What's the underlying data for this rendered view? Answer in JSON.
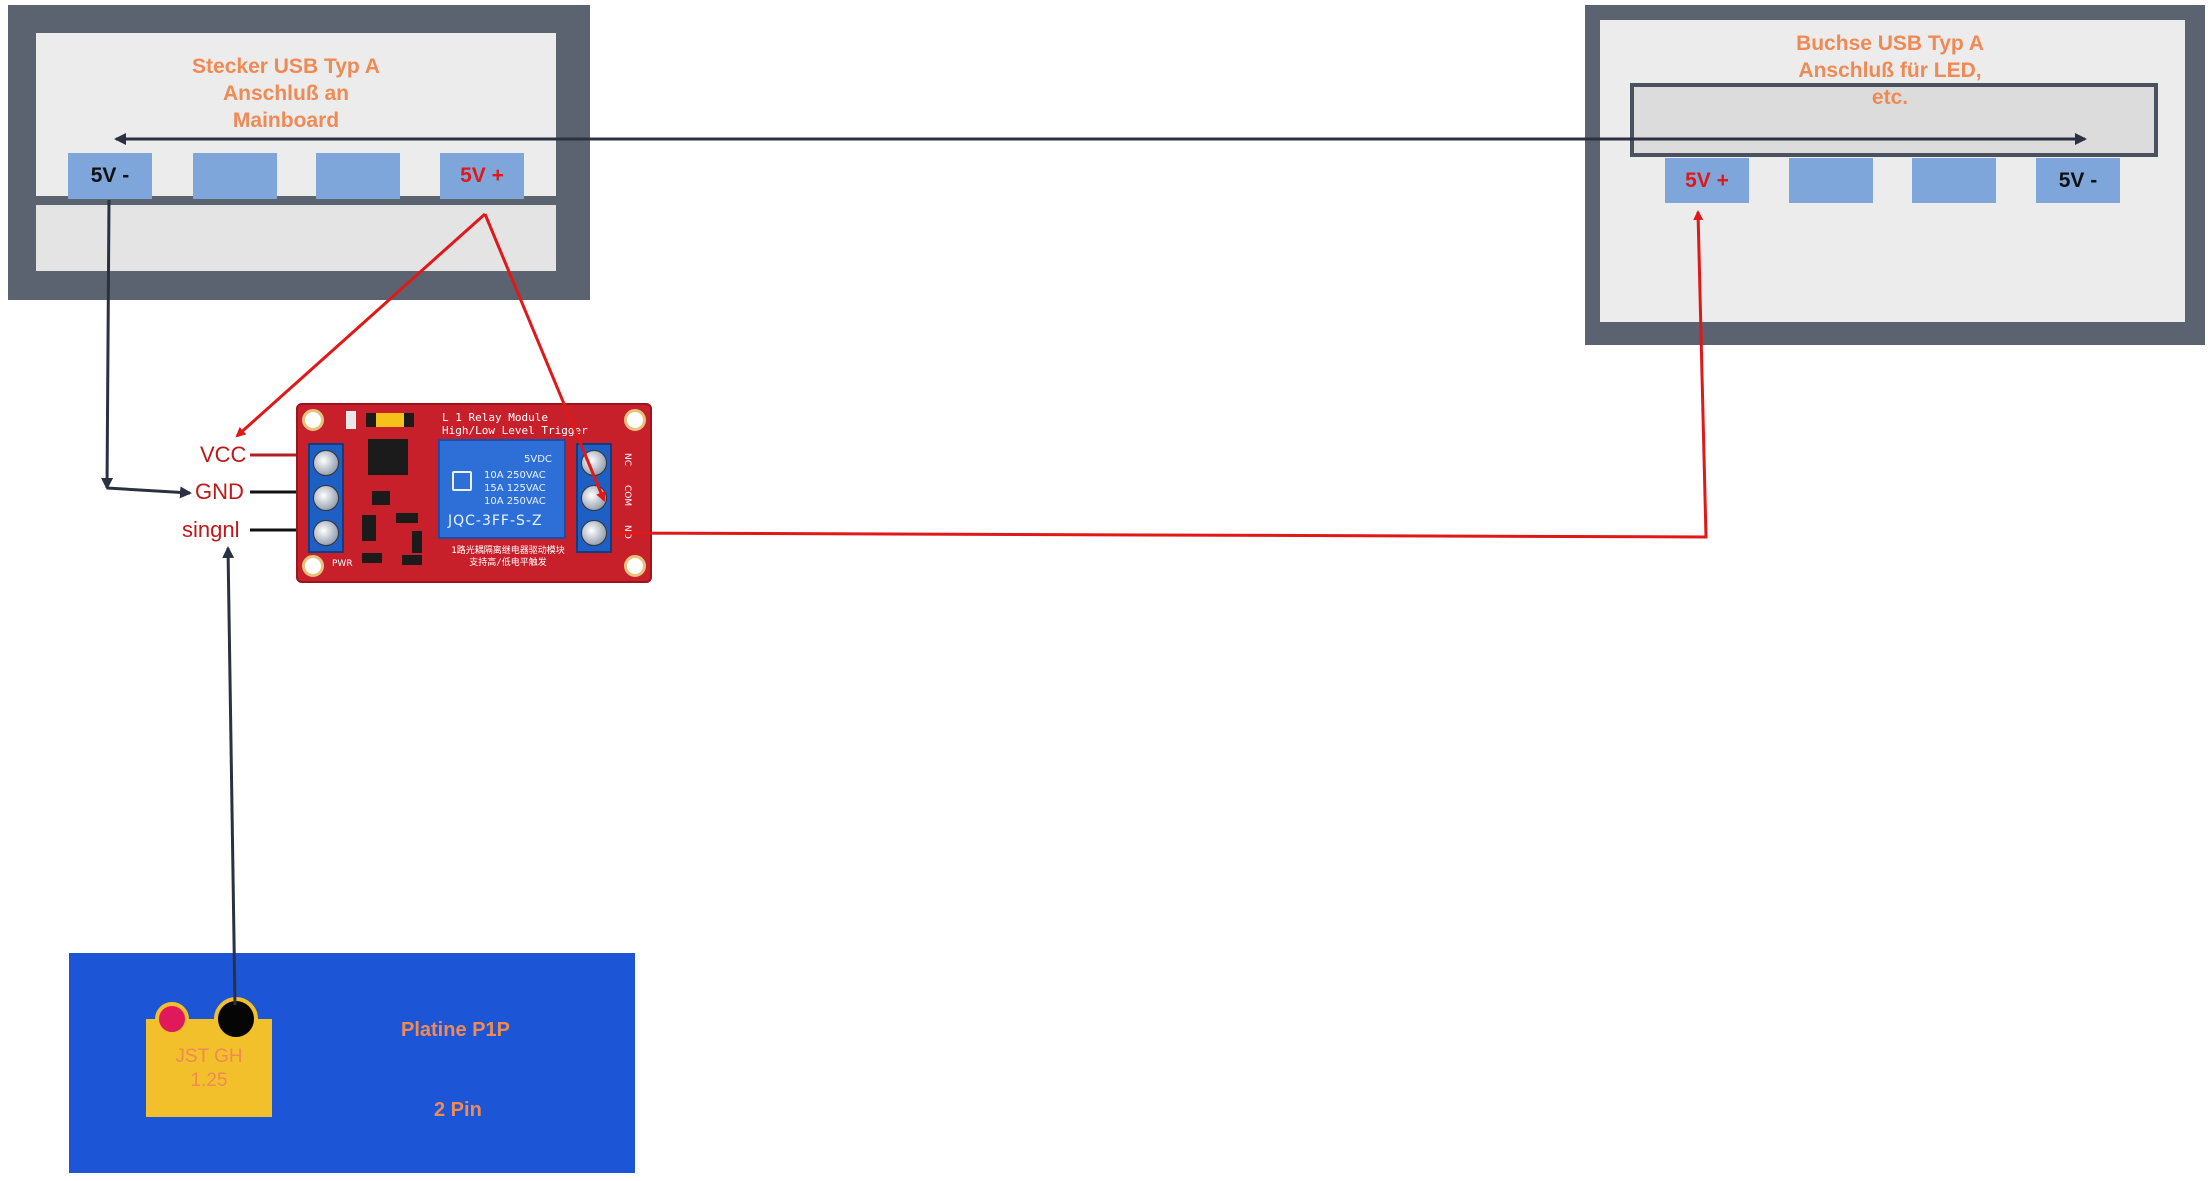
{
  "usb_plug": {
    "title_lines": [
      "Stecker USB Typ A",
      "Anschluß an",
      "Mainboard"
    ],
    "pins": [
      "5V -",
      "",
      "",
      "5V +"
    ]
  },
  "usb_socket": {
    "title_lines": [
      "Buchse USB Typ A",
      "Anschluß für LED,",
      "etc."
    ],
    "pins": [
      "5V +",
      "",
      "",
      "5V -"
    ]
  },
  "relay": {
    "pin_labels": [
      "VCC",
      "GND",
      "singnl"
    ],
    "header_lines": [
      "L 1 Relay Module",
      "High/Low Level Trigger"
    ],
    "spec_lines": [
      "5VDC",
      "10A 250VAC",
      "15A 125VAC",
      "10A 250VAC"
    ],
    "model": "JQC-3FF-S-Z",
    "chinese_lines": [
      "1路光耦隔离继电器驱动模块",
      "支持高/低电平触发"
    ],
    "pwr_label": "PWR",
    "side_labels": [
      "NC",
      "COM",
      "NO"
    ]
  },
  "platine": {
    "title": "Platine P1P",
    "pins_text": "2 Pin",
    "connector_lines": [
      "JST GH",
      "1.25"
    ]
  },
  "colors": {
    "frame": "#5b6370",
    "pin_fill": "#7ea6da",
    "title_orange": "#f08a55",
    "wire_red": "#e01818",
    "wire_dark": "#2a3140",
    "platine_blue": "#1c56d6",
    "jst_yellow": "#f2c02a"
  }
}
